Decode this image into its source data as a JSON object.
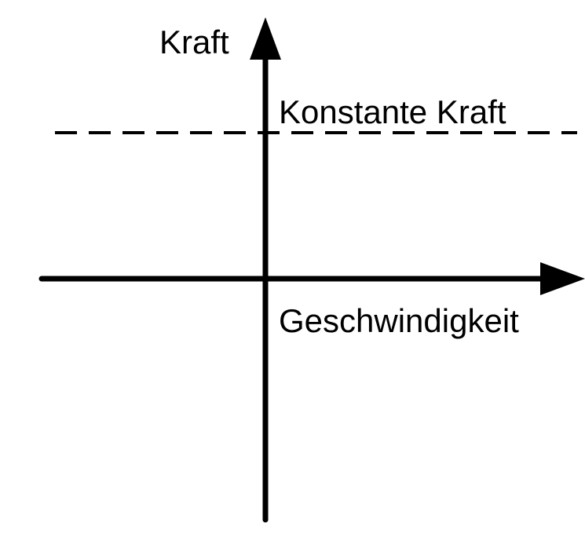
{
  "diagram": {
    "y_axis_label": "Kraft",
    "x_axis_label": "Geschwindigkeit",
    "line_label": "Konstante Kraft",
    "line_style": "dashed",
    "colors": {
      "line": "#000000",
      "background": "#ffffff"
    }
  }
}
